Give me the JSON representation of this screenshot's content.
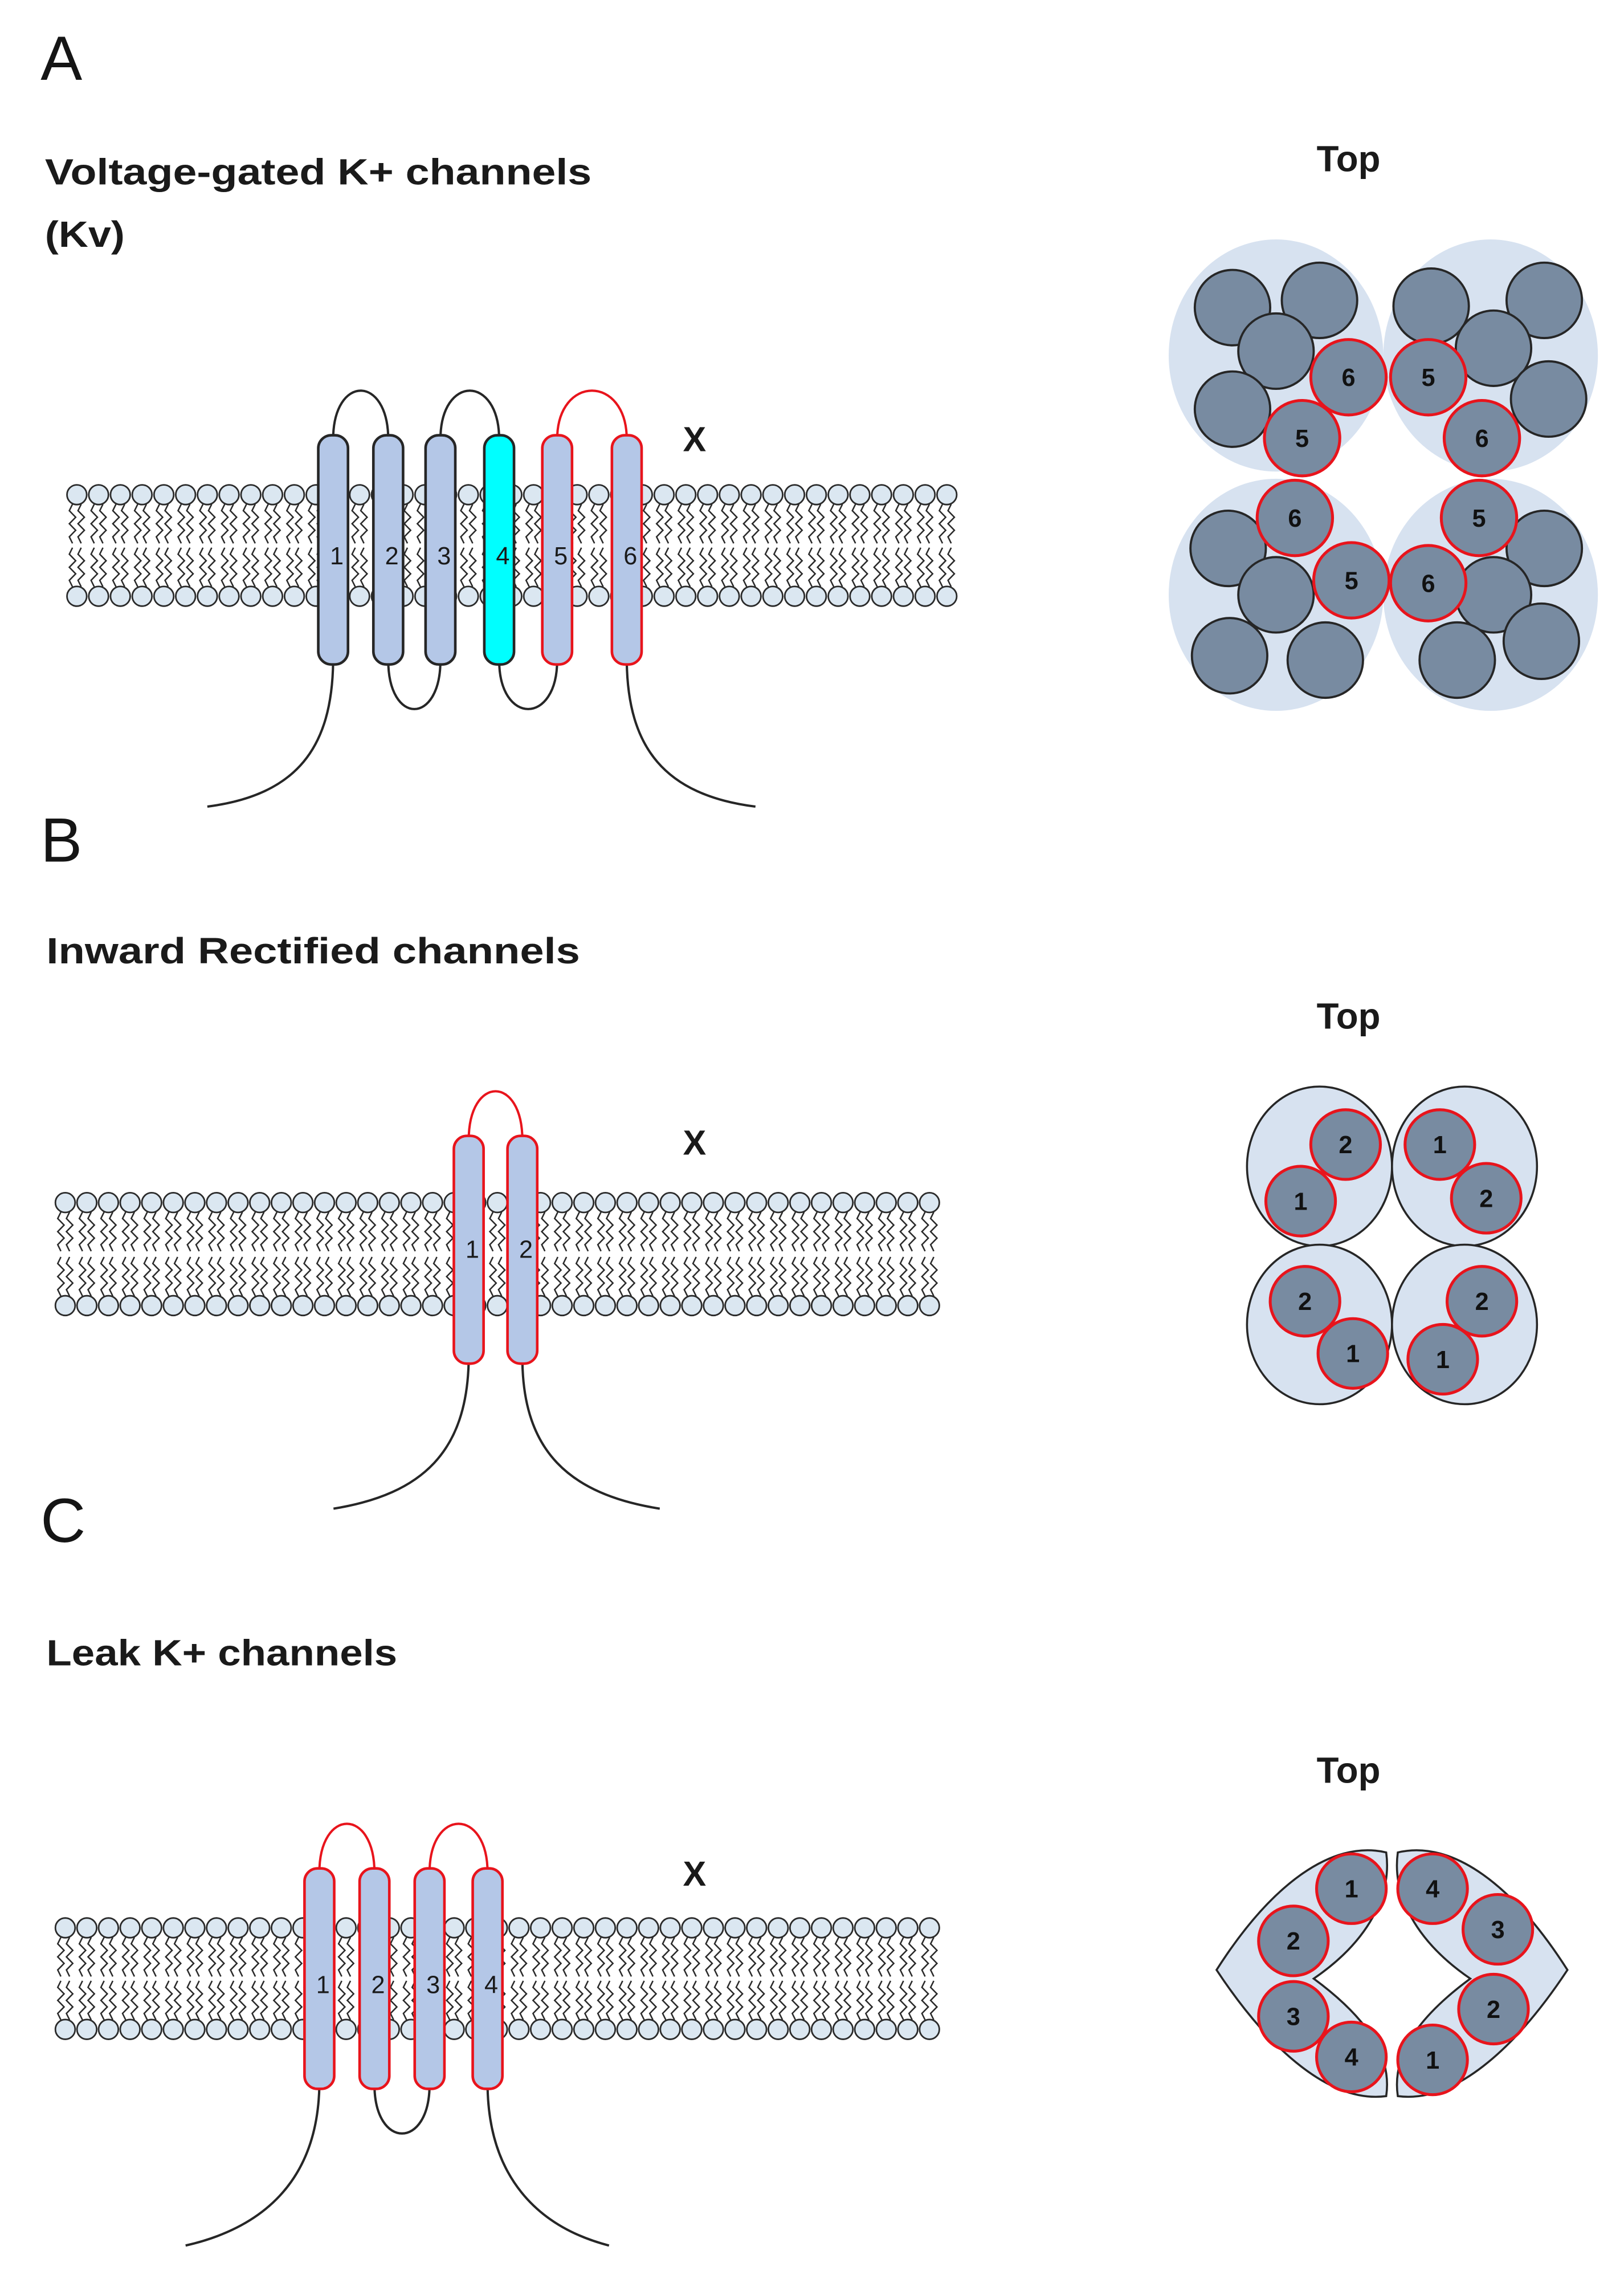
{
  "panels": [
    {
      "letter": "A",
      "title_lines": [
        "Voltage-gated K+ channels",
        "(Kv)"
      ],
      "top_label": "Top",
      "x_label": "X",
      "helices": [
        {
          "label": "1",
          "fill": "#b4c7e7",
          "outline": "#262626"
        },
        {
          "label": "2",
          "fill": "#b4c7e7",
          "outline": "#262626"
        },
        {
          "label": "3",
          "fill": "#b4c7e7",
          "outline": "#262626"
        },
        {
          "label": "4",
          "fill": "#00ffff",
          "outline": "#262626"
        },
        {
          "label": "5",
          "fill": "#b4c7e7",
          "outline": "#e8141c"
        },
        {
          "label": "6",
          "fill": "#b4c7e7",
          "outline": "#e8141c"
        }
      ],
      "top_view": {
        "subunits": [
          {
            "labels": [
              "6",
              "5"
            ]
          },
          {
            "labels": [
              "5",
              "6"
            ]
          },
          {
            "labels": [
              "6",
              "5"
            ]
          },
          {
            "labels": [
              "5",
              "6"
            ]
          }
        ]
      }
    },
    {
      "letter": "B",
      "title_lines": [
        "Inward Rectified channels"
      ],
      "top_label": "Top",
      "x_label": "X",
      "helices": [
        {
          "label": "1",
          "fill": "#b4c7e7",
          "outline": "#e8141c"
        },
        {
          "label": "2",
          "fill": "#b4c7e7",
          "outline": "#e8141c"
        }
      ],
      "top_view": {
        "subunits": [
          {
            "labels": [
              "2",
              "1"
            ]
          },
          {
            "labels": [
              "1",
              "2"
            ]
          },
          {
            "labels": [
              "2",
              "1"
            ]
          },
          {
            "labels": [
              "2",
              "1"
            ]
          }
        ]
      }
    },
    {
      "letter": "C",
      "title_lines": [
        "Leak K+ channels"
      ],
      "top_label": "Top",
      "x_label": "X",
      "helices": [
        {
          "label": "1",
          "fill": "#b4c7e7",
          "outline": "#e8141c"
        },
        {
          "label": "2",
          "fill": "#b4c7e7",
          "outline": "#e8141c"
        },
        {
          "label": "3",
          "fill": "#b4c7e7",
          "outline": "#e8141c"
        },
        {
          "label": "4",
          "fill": "#b4c7e7",
          "outline": "#e8141c"
        }
      ],
      "top_view": {
        "subunits": [
          {
            "labels": [
              "1",
              "2",
              "3",
              "4"
            ]
          },
          {
            "labels": [
              "4",
              "3",
              "2",
              "1"
            ]
          }
        ]
      }
    }
  ],
  "colors": {
    "outline": "#262626",
    "pore_outline": "#e8141c",
    "lipid_head": "#dbe7f1",
    "subunit_fill": "#d7e2f0",
    "domain_fill": "#788ba1"
  }
}
